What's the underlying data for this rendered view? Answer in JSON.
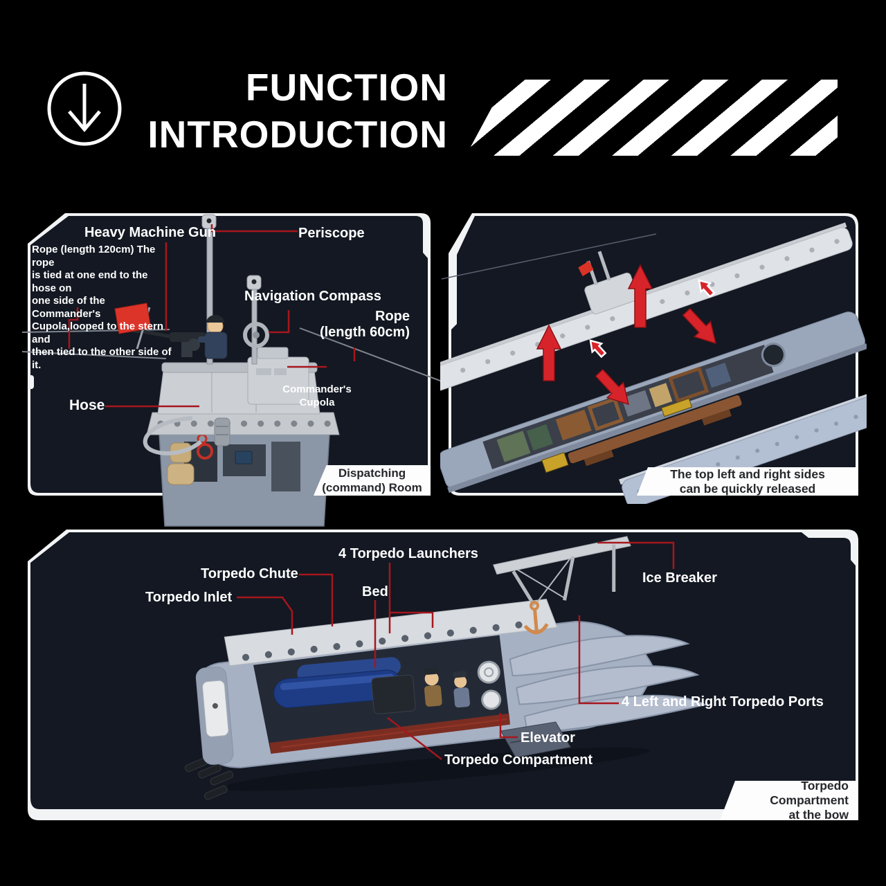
{
  "header": {
    "title": "FUNCTION\nINTRODUCTION"
  },
  "panel_conning_tower": {
    "labels": {
      "machine_gun": "Heavy Machine Gun",
      "periscope": "Periscope",
      "rope_note": "Rope (length 120cm) The rope\nis tied at one end to the hose on\none side of the Commander's\nCupola,looped to the stern and\nthen tied to the other side of it.",
      "nav_compass": "Navigation Compass",
      "rope60": "Rope\n(length 60cm)",
      "cupola": "Commander's\nCupola",
      "hose": "Hose"
    },
    "caption": "Dispatching\n(command) Room"
  },
  "panel_exploded": {
    "caption": "The top left and right sides\ncan be quickly released"
  },
  "panel_bow": {
    "labels": {
      "launchers": "4 Torpedo Launchers",
      "chute": "Torpedo Chute",
      "bed": "Bed",
      "inlet": "Torpedo Inlet",
      "ice": "Ice Breaker",
      "ports": "4 Left and Right Torpedo Ports",
      "elevator": "Elevator",
      "compartment": "Torpedo Compartment"
    },
    "caption": "Torpedo Compartment\nat the bow"
  },
  "colors": {
    "leader_line_red": "#a6161d",
    "arrow_red": "#d7242b",
    "panel_background": "#131822",
    "panel_border": "#f2f3f4",
    "flag_red": "#dc3429",
    "page_background": "#000000"
  }
}
